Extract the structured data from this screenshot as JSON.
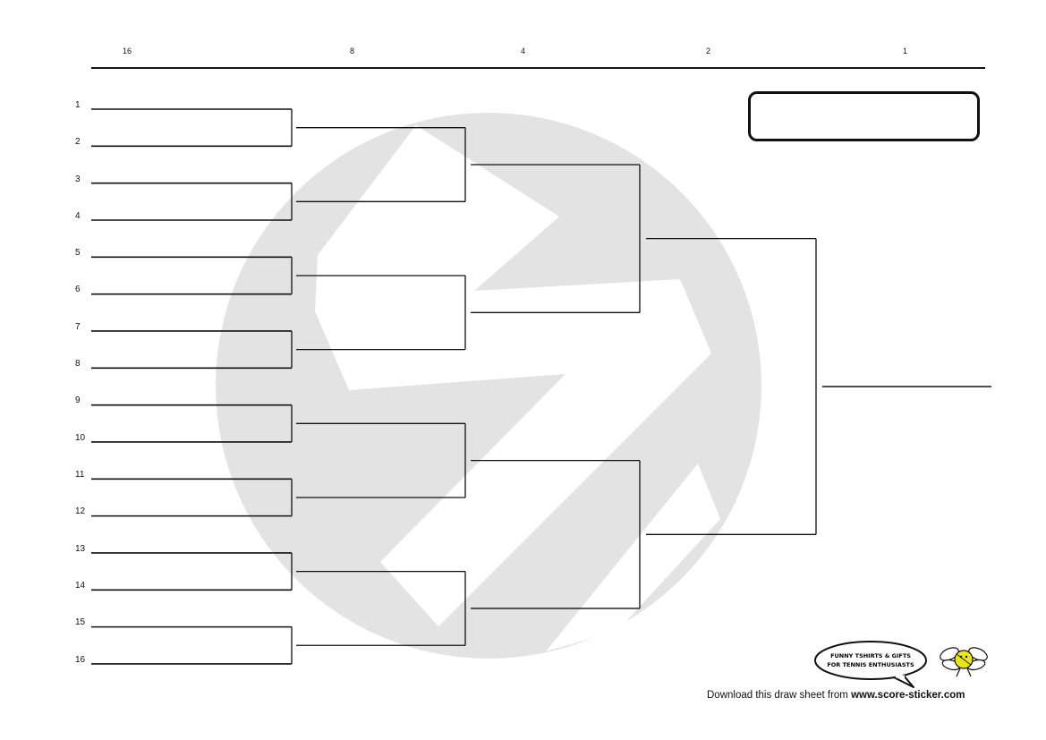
{
  "rounds": [
    "16",
    "8",
    "4",
    "2",
    "1"
  ],
  "seeds": [
    "1",
    "2",
    "3",
    "4",
    "5",
    "6",
    "7",
    "8",
    "9",
    "10",
    "11",
    "12",
    "13",
    "14",
    "15",
    "16"
  ],
  "badge": {
    "line1": "FUNNY TSHIRTS & GIFTS",
    "line2": "FOR TENNIS ENTHUSIASTS"
  },
  "footer": {
    "text": "Download this draw sheet from ",
    "site": "www.score-sticker.com"
  },
  "colors": {
    "line": "#111111",
    "watermark": "#e3e3e3",
    "ball": "#e8e51a"
  }
}
